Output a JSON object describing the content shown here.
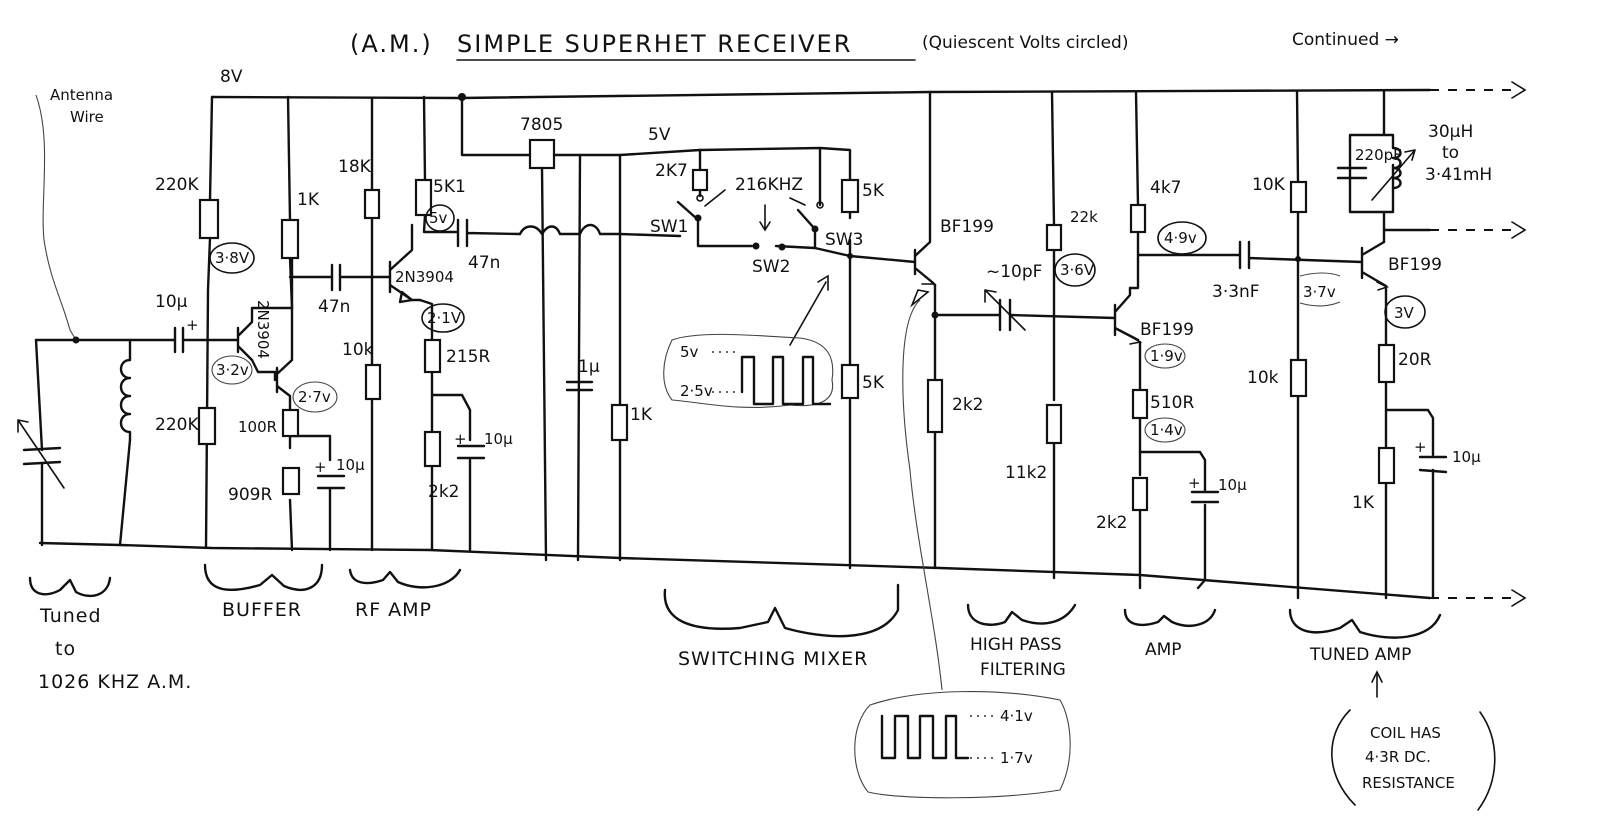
{
  "title": {
    "prefix": "(A.M.)",
    "main": "SIMPLE SUPERHET RECEIVER",
    "note": "(Quiescent Volts circled)",
    "continued": "Continued →"
  },
  "supply": {
    "rail": "8V",
    "regulator": "7805",
    "regulated": "5V"
  },
  "antenna": {
    "label_line1": "Antenna",
    "label_line2": "Wire"
  },
  "components": {
    "r_220k_top": "220K",
    "r_220k_bot": "220K",
    "r_1k_buf": "1K",
    "r_100r": "100R",
    "r_909r": "909R",
    "c_10u_in": "10µ",
    "c_10u_buf": "10µ",
    "q_buf": "2N3904",
    "r_18k": "18K",
    "r_10k_rf": "10k",
    "r_5k1": "5K1",
    "r_215r": "215R",
    "r_2k2_rf": "2k2",
    "c_47n_a": "47n",
    "c_47n_b": "47n",
    "c_10u_rf": "10µ",
    "q_rf": "2N3904",
    "c_1u": "1µ",
    "r_1k_mix": "1K",
    "r_2k7": "2K7",
    "osc_freq": "216KHZ",
    "sw1": "SW1",
    "sw2": "SW2",
    "sw3": "SW3",
    "r_5k_top": "5K",
    "r_5k_bot": "5K",
    "q_mix": "BF199",
    "r_2k2_mix": "2k2",
    "c_var": "~10pF",
    "r_22k": "22k",
    "r_11k2": "11k2",
    "r_4k7": "4k7",
    "q_amp": "BF199",
    "r_510r": "510R",
    "r_2k2_amp": "2k2",
    "c_10u_amp": "10µ",
    "c_3n3": "3·3nF",
    "r_10k_top": "10K",
    "r_10k_bot": "10k",
    "c_220p": "220pF",
    "l_tune_1": "30µH",
    "l_tune_2": "to",
    "l_tune_3": "3·41mH",
    "q_tuned": "BF199",
    "r_20r": "20R",
    "r_1k_tuned": "1K",
    "c_10u_tuned": "10µ"
  },
  "voltages": {
    "v_buf_base": "3·8V",
    "v_buf_e1": "3·2v",
    "v_buf_e2": "2·7v",
    "v_rf_col": "5v",
    "v_rf_em": "2·1V",
    "v_hp": "3·6V",
    "v_amp_col": "4·9v",
    "v_amp_em": "1·9v",
    "v_amp_em2": "1·4v",
    "v_tuned_base": "3·7v",
    "v_tuned_em": "3V"
  },
  "waveforms": {
    "osc": {
      "high": "5v",
      "low": "2·5v"
    },
    "mixer_out": {
      "high": "4·1v",
      "low": "1·7v"
    }
  },
  "sections": {
    "tuned_line1": "Tuned",
    "tuned_line2": "to",
    "tuned_line3": "1026 KHZ A.M.",
    "buffer": "BUFFER",
    "rf_amp": "RF AMP",
    "mixer": "SWITCHING MIXER",
    "hp_line1": "HIGH PASS",
    "hp_line2": "FILTERING",
    "amp": "AMP",
    "tuned_amp": "TUNED AMP"
  },
  "notes": {
    "coil_1": "COIL HAS",
    "coil_2": "4·3R DC.",
    "coil_3": "RESISTANCE"
  }
}
